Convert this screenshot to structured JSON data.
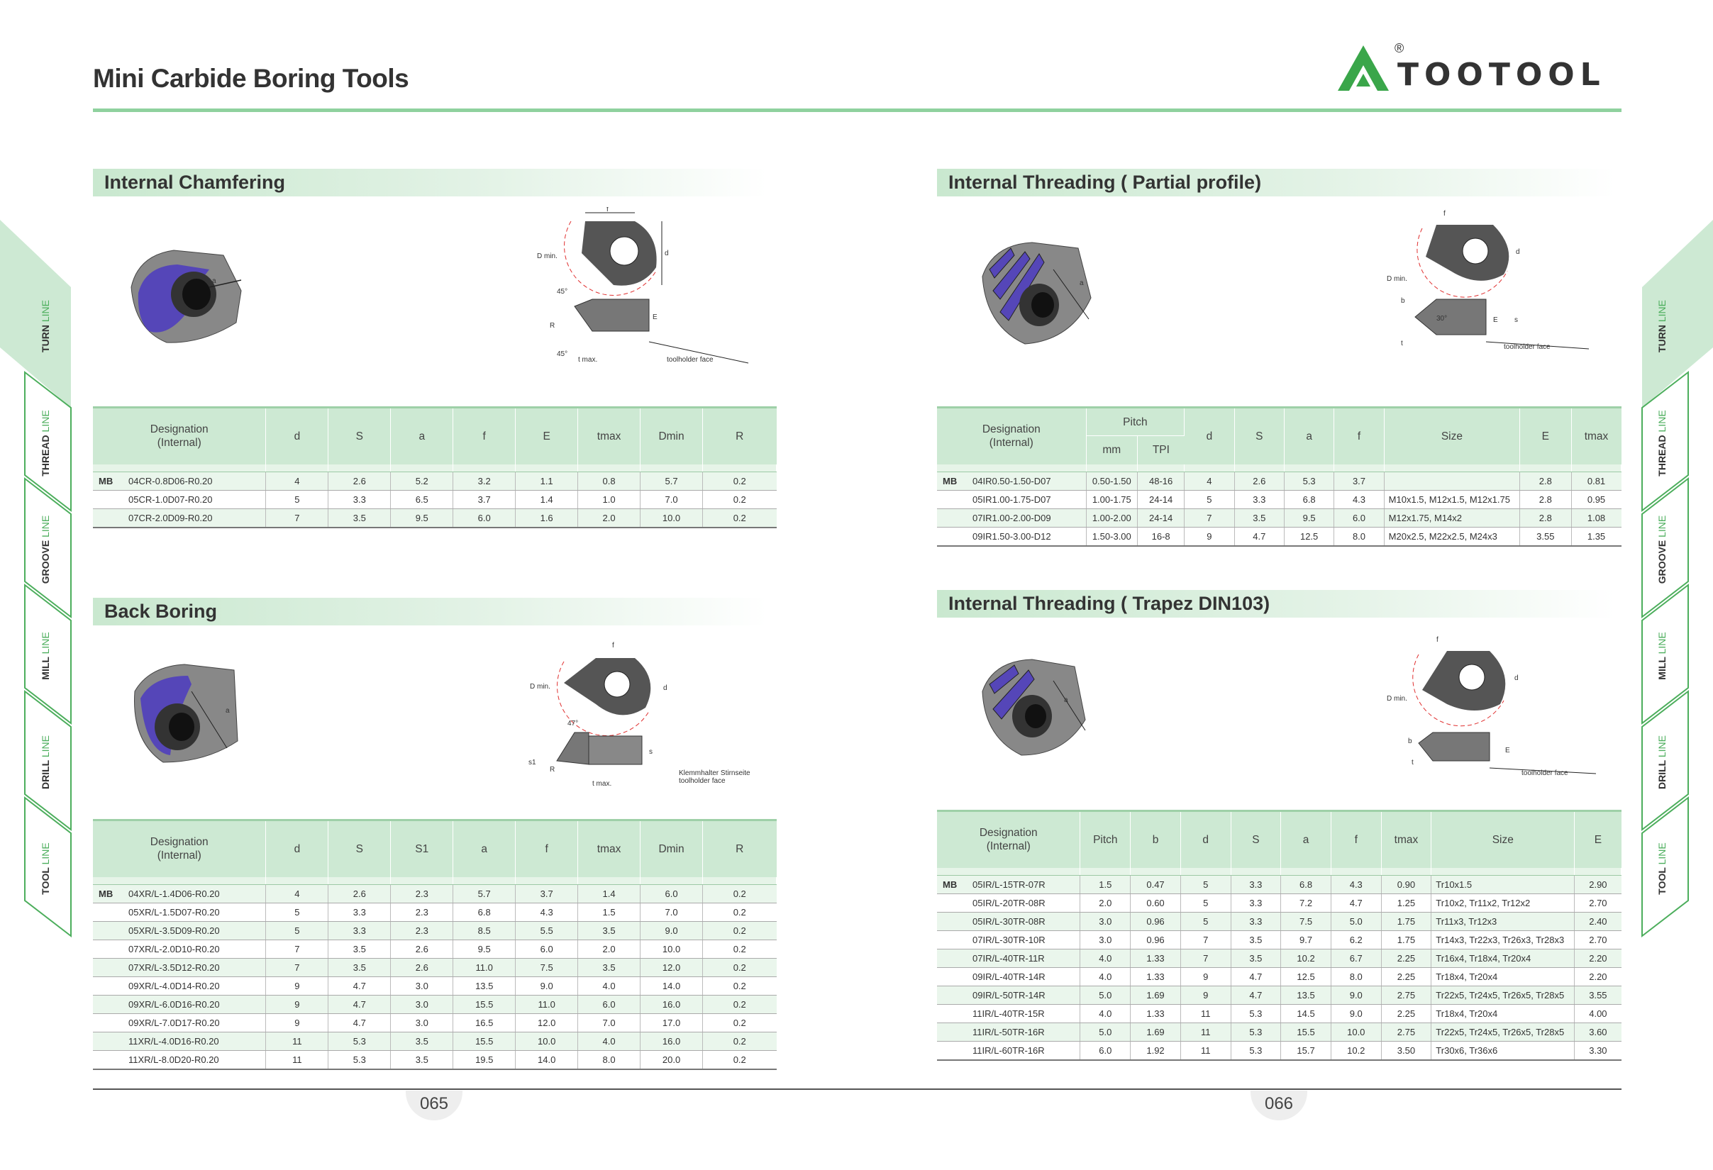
{
  "header": {
    "page_title": "Mini Carbide Boring Tools",
    "logo_text": "TOOTOOL",
    "logo_mark": "®",
    "brand_color": "#3aa64a"
  },
  "side_tabs": [
    {
      "word": "TURN",
      "suffix": "LINE"
    },
    {
      "word": "THREAD",
      "suffix": "LINE"
    },
    {
      "word": "GROOVE",
      "suffix": "LINE"
    },
    {
      "word": "MILL",
      "suffix": "LINE"
    },
    {
      "word": "DRILL",
      "suffix": "LINE"
    },
    {
      "word": "TOOL",
      "suffix": "LINE"
    }
  ],
  "figure_labels": {
    "a": "a",
    "d": "d",
    "f": "f",
    "e": "E",
    "s": "s",
    "s1": "s1",
    "r": "R",
    "b": "b",
    "t": "t",
    "dmin": "D min.",
    "tmax": "t max.",
    "angle45": "45°",
    "angle47": "47°",
    "angle30": "30°",
    "toolholder_face": "toolholder face",
    "klemmhalter": "Klemmhalter Stirnseite"
  },
  "sections": {
    "chamfering": {
      "title": "Internal Chamfering",
      "headers": [
        "Designation\n(Internal)",
        "d",
        "S",
        "a",
        "f",
        "E",
        "tmax",
        "Dmin",
        "R"
      ],
      "rows": [
        {
          "prefix": "MB",
          "cells": [
            "04CR-0.8D06-R0.20",
            "4",
            "2.6",
            "5.2",
            "3.2",
            "1.1",
            "0.8",
            "5.7",
            "0.2"
          ]
        },
        {
          "prefix": "",
          "cells": [
            "05CR-1.0D07-R0.20",
            "5",
            "3.3",
            "6.5",
            "3.7",
            "1.4",
            "1.0",
            "7.0",
            "0.2"
          ]
        },
        {
          "prefix": "",
          "cells": [
            "07CR-2.0D09-R0.20",
            "7",
            "3.5",
            "9.5",
            "6.0",
            "1.6",
            "2.0",
            "10.0",
            "0.2"
          ]
        }
      ]
    },
    "back_boring": {
      "title": "Back Boring",
      "headers": [
        "Designation\n(Internal)",
        "d",
        "S",
        "S1",
        "a",
        "f",
        "tmax",
        "Dmin",
        "R"
      ],
      "rows": [
        {
          "prefix": "MB",
          "cells": [
            "04XR/L-1.4D06-R0.20",
            "4",
            "2.6",
            "2.3",
            "5.7",
            "3.7",
            "1.4",
            "6.0",
            "0.2"
          ]
        },
        {
          "prefix": "",
          "cells": [
            "05XR/L-1.5D07-R0.20",
            "5",
            "3.3",
            "2.3",
            "6.8",
            "4.3",
            "1.5",
            "7.0",
            "0.2"
          ]
        },
        {
          "prefix": "",
          "cells": [
            "05XR/L-3.5D09-R0.20",
            "5",
            "3.3",
            "2.3",
            "8.5",
            "5.5",
            "3.5",
            "9.0",
            "0.2"
          ]
        },
        {
          "prefix": "",
          "cells": [
            "07XR/L-2.0D10-R0.20",
            "7",
            "3.5",
            "2.6",
            "9.5",
            "6.0",
            "2.0",
            "10.0",
            "0.2"
          ]
        },
        {
          "prefix": "",
          "cells": [
            "07XR/L-3.5D12-R0.20",
            "7",
            "3.5",
            "2.6",
            "11.0",
            "7.5",
            "3.5",
            "12.0",
            "0.2"
          ]
        },
        {
          "prefix": "",
          "cells": [
            "09XR/L-4.0D14-R0.20",
            "9",
            "4.7",
            "3.0",
            "13.5",
            "9.0",
            "4.0",
            "14.0",
            "0.2"
          ]
        },
        {
          "prefix": "",
          "cells": [
            "09XR/L-6.0D16-R0.20",
            "9",
            "4.7",
            "3.0",
            "15.5",
            "11.0",
            "6.0",
            "16.0",
            "0.2"
          ]
        },
        {
          "prefix": "",
          "cells": [
            "09XR/L-7.0D17-R0.20",
            "9",
            "4.7",
            "3.0",
            "16.5",
            "12.0",
            "7.0",
            "17.0",
            "0.2"
          ]
        },
        {
          "prefix": "",
          "cells": [
            "11XR/L-4.0D16-R0.20",
            "11",
            "5.3",
            "3.5",
            "15.5",
            "10.0",
            "4.0",
            "16.0",
            "0.2"
          ]
        },
        {
          "prefix": "",
          "cells": [
            "11XR/L-8.0D20-R0.20",
            "11",
            "5.3",
            "3.5",
            "19.5",
            "14.0",
            "8.0",
            "20.0",
            "0.2"
          ]
        }
      ]
    },
    "partial": {
      "title": "Internal Threading ( Partial profile)",
      "headers": [
        "Designation\n(Internal)",
        "Pitch",
        "d",
        "S",
        "a",
        "f",
        "Size",
        "E",
        "tmax"
      ],
      "subheaders": [
        "mm",
        "TPI"
      ],
      "rows": [
        {
          "prefix": "MB",
          "cells": [
            "04IR0.50-1.50-D07",
            "0.50-1.50",
            "48-16",
            "4",
            "2.6",
            "5.3",
            "3.7",
            "",
            "2.8",
            "0.81"
          ]
        },
        {
          "prefix": "",
          "cells": [
            "05IR1.00-1.75-D07",
            "1.00-1.75",
            "24-14",
            "5",
            "3.3",
            "6.8",
            "4.3",
            "M10x1.5, M12x1.5, M12x1.75",
            "2.8",
            "0.95"
          ]
        },
        {
          "prefix": "",
          "cells": [
            "07IR1.00-2.00-D09",
            "1.00-2.00",
            "24-14",
            "7",
            "3.5",
            "9.5",
            "6.0",
            "M12x1.75, M14x2",
            "2.8",
            "1.08"
          ]
        },
        {
          "prefix": "",
          "cells": [
            "09IR1.50-3.00-D12",
            "1.50-3.00",
            "16-8",
            "9",
            "4.7",
            "12.5",
            "8.0",
            "M20x2.5, M22x2.5, M24x3",
            "3.55",
            "1.35"
          ]
        }
      ]
    },
    "trapez": {
      "title": "Internal Threading  ( Trapez DIN103)",
      "headers": [
        "Designation\n(Internal)",
        "Pitch",
        "b",
        "d",
        "S",
        "a",
        "f",
        "tmax",
        "Size",
        "E"
      ],
      "rows": [
        {
          "prefix": "MB",
          "cells": [
            "05IR/L-15TR-07R",
            "1.5",
            "0.47",
            "5",
            "3.3",
            "6.8",
            "4.3",
            "0.90",
            "Tr10x1.5",
            "2.90"
          ]
        },
        {
          "prefix": "",
          "cells": [
            "05IR/L-20TR-08R",
            "2.0",
            "0.60",
            "5",
            "3.3",
            "7.2",
            "4.7",
            "1.25",
            "Tr10x2, Tr11x2, Tr12x2",
            "2.70"
          ]
        },
        {
          "prefix": "",
          "cells": [
            "05IR/L-30TR-08R",
            "3.0",
            "0.96",
            "5",
            "3.3",
            "7.5",
            "5.0",
            "1.75",
            "Tr11x3, Tr12x3",
            "2.40"
          ]
        },
        {
          "prefix": "",
          "cells": [
            "07IR/L-30TR-10R",
            "3.0",
            "0.96",
            "7",
            "3.5",
            "9.7",
            "6.2",
            "1.75",
            "Tr14x3, Tr22x3, Tr26x3, Tr28x3",
            "2.70"
          ]
        },
        {
          "prefix": "",
          "cells": [
            "07IR/L-40TR-11R",
            "4.0",
            "1.33",
            "7",
            "3.5",
            "10.2",
            "6.7",
            "2.25",
            "Tr16x4, Tr18x4, Tr20x4",
            "2.20"
          ]
        },
        {
          "prefix": "",
          "cells": [
            "09IR/L-40TR-14R",
            "4.0",
            "1.33",
            "9",
            "4.7",
            "12.5",
            "8.0",
            "2.25",
            "Tr18x4, Tr20x4",
            "2.20"
          ]
        },
        {
          "prefix": "",
          "cells": [
            "09IR/L-50TR-14R",
            "5.0",
            "1.69",
            "9",
            "4.7",
            "13.5",
            "9.0",
            "2.75",
            "Tr22x5, Tr24x5, Tr26x5, Tr28x5",
            "3.55"
          ]
        },
        {
          "prefix": "",
          "cells": [
            "11IR/L-40TR-15R",
            "4.0",
            "1.33",
            "11",
            "5.3",
            "14.5",
            "9.0",
            "2.25",
            "Tr18x4, Tr20x4",
            "4.00"
          ]
        },
        {
          "prefix": "",
          "cells": [
            "11IR/L-50TR-16R",
            "5.0",
            "1.69",
            "11",
            "5.3",
            "15.5",
            "10.0",
            "2.75",
            "Tr22x5, Tr24x5, Tr26x5, Tr28x5",
            "3.60"
          ]
        },
        {
          "prefix": "",
          "cells": [
            "11IR/L-60TR-16R",
            "6.0",
            "1.92",
            "11",
            "5.3",
            "15.7",
            "10.2",
            "3.50",
            "Tr30x6, Tr36x6",
            "3.30"
          ]
        }
      ]
    }
  },
  "footer": {
    "page_left": "065",
    "page_right": "066"
  }
}
